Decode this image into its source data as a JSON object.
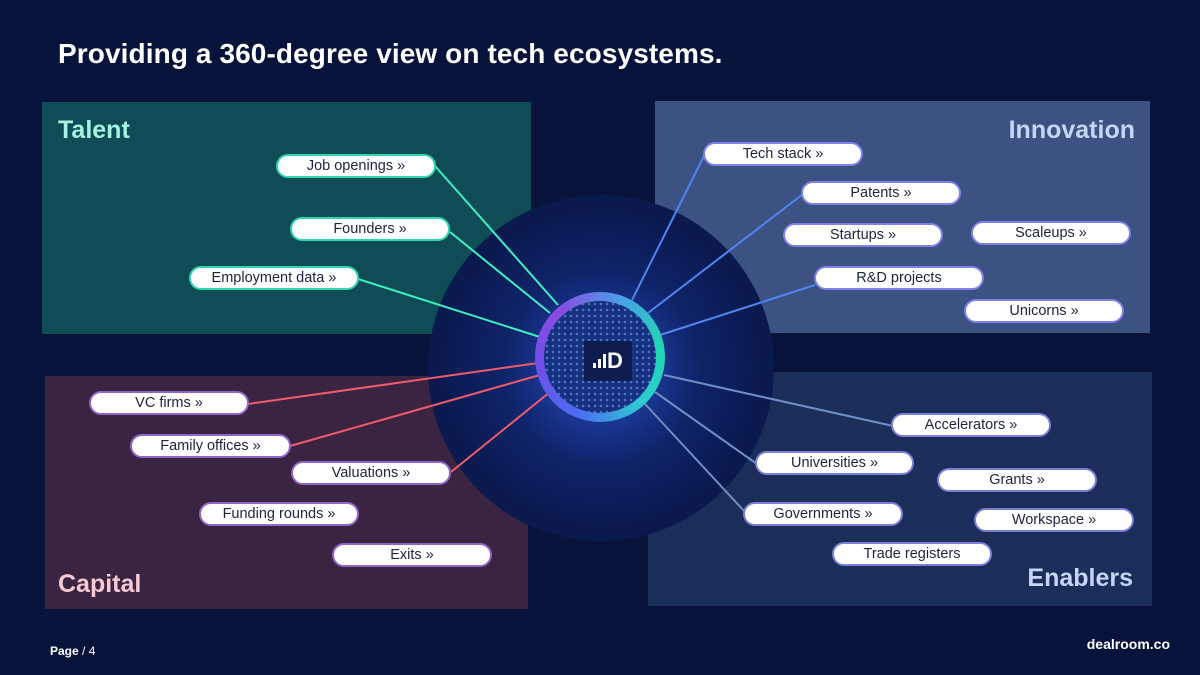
{
  "title": "Providing a 360-degree view on tech ecosystems.",
  "quadrants": {
    "talent": {
      "label": "Talent",
      "items": [
        "Job openings »",
        "Founders »",
        "Employment data »"
      ]
    },
    "innovation": {
      "label": "Innovation",
      "items": [
        "Tech stack  »",
        "Patents »",
        "Startups »",
        "Scaleups »",
        "R&D projects",
        "Unicorns »"
      ]
    },
    "capital": {
      "label": "Capital",
      "items": [
        "VC firms »",
        "Family offices »",
        "Valuations »",
        "Funding rounds »",
        "Exits »"
      ]
    },
    "enablers": {
      "label": "Enablers",
      "items": [
        "Accelerators »",
        "Universities »",
        "Grants »",
        "Governments »",
        "Workspace »",
        "Trade registers"
      ]
    }
  },
  "colors": {
    "talent_line": "#3ef0c0",
    "innovation_line": "#4f86f0",
    "capital_line": "#ef5b6b",
    "enablers_line": "#6f8fc4"
  },
  "hub": {
    "logo": "dealroom-logo"
  },
  "footer": {
    "page_label": "Page",
    "page_number": "/ 4",
    "brand": "dealroom.co"
  }
}
